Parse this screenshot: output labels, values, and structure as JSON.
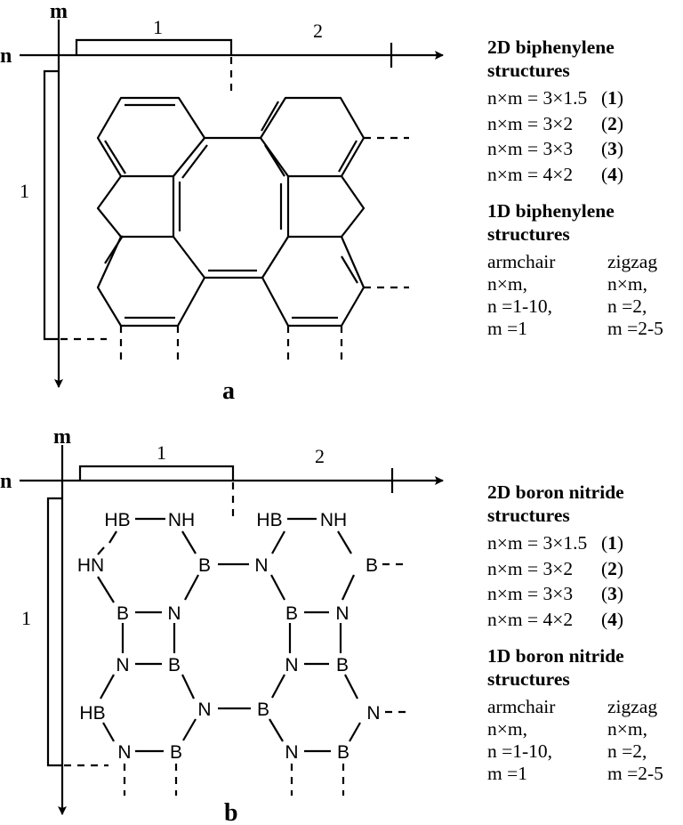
{
  "panels": [
    {
      "letter": "a",
      "axis": {
        "n_label": "n",
        "m_label": "m",
        "x_ticks": [
          "1",
          "2"
        ],
        "y_tick": "1"
      },
      "info": {
        "heading_2d_line1": "2D biphenylene",
        "heading_2d_line2": "structures",
        "entries_2d": [
          {
            "label": "n×m = 3×1.5",
            "index": "1"
          },
          {
            "label": "n×m = 3×2",
            "index": "2"
          },
          {
            "label": "n×m = 3×3",
            "index": "3"
          },
          {
            "label": "n×m = 4×2",
            "index": "4"
          }
        ],
        "heading_1d_line1": "1D biphenylene",
        "heading_1d_line2": "structures",
        "armchair": [
          "armchair",
          "n×m,",
          "n =1-10,",
          "m =1"
        ],
        "zigzag": [
          "zigzag",
          "n×m,",
          "n =2,",
          "m =2-5"
        ]
      }
    },
    {
      "letter": "b",
      "axis": {
        "n_label": "n",
        "m_label": "m",
        "x_ticks": [
          "1",
          "2"
        ],
        "y_tick": "1"
      },
      "atoms": {
        "hb": "HB",
        "nh": "NH",
        "hn": "HN",
        "b": "B",
        "n": "N"
      },
      "info": {
        "heading_2d_line1": "2D boron nitride",
        "heading_2d_line2": "structures",
        "entries_2d": [
          {
            "label": "n×m = 3×1.5",
            "index": "1"
          },
          {
            "label": "n×m = 3×2",
            "index": "2"
          },
          {
            "label": "n×m = 3×3",
            "index": "3"
          },
          {
            "label": "n×m = 4×2",
            "index": "4"
          }
        ],
        "heading_1d_line1": "1D boron nitride",
        "heading_1d_line2": "structures",
        "armchair": [
          "armchair",
          "n×m,",
          "n =1-10,",
          "m =1"
        ],
        "zigzag": [
          "zigzag",
          "n×m,",
          "n =2,",
          "m =2-5"
        ]
      }
    }
  ]
}
